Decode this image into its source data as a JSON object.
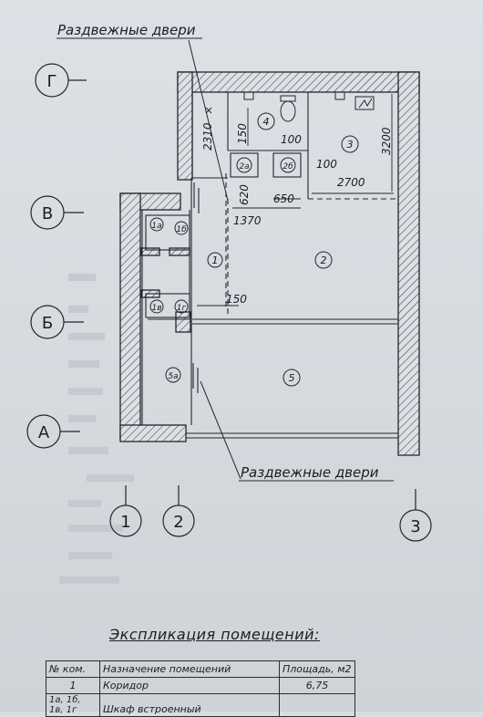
{
  "labels": {
    "doors_top": "Раздвежные двери",
    "doors_bottom": "Раздвежные двери"
  },
  "axes": {
    "rows": [
      "Г",
      "В",
      "Б",
      "А"
    ],
    "cols": [
      "1",
      "2",
      "3"
    ]
  },
  "rooms": [
    "1",
    "2",
    "3",
    "4",
    "5",
    "1а",
    "1б",
    "1в",
    "1г",
    "5а",
    "2а",
    "2б"
  ],
  "dimensions": {
    "d2310": "2310",
    "d150a": "150",
    "d100a": "100",
    "d100b": "100",
    "d3200": "3200",
    "d2700": "2700",
    "d620": "620",
    "d650": "650",
    "d1370": "1370",
    "d150b": "150"
  },
  "explication": {
    "title": "Экспликация помещений:",
    "headers": [
      "№ ком.",
      "Назначение помещений",
      "Площадь, м2"
    ],
    "rows": [
      [
        "1",
        "Коридор",
        "6,75"
      ],
      [
        "1а, 1б, 1в, 1г",
        "Шкаф встроенный",
        ""
      ]
    ]
  },
  "colors": {
    "line": "#23262c",
    "paper": "#dde1e6",
    "hatch": "#3a3d44"
  }
}
